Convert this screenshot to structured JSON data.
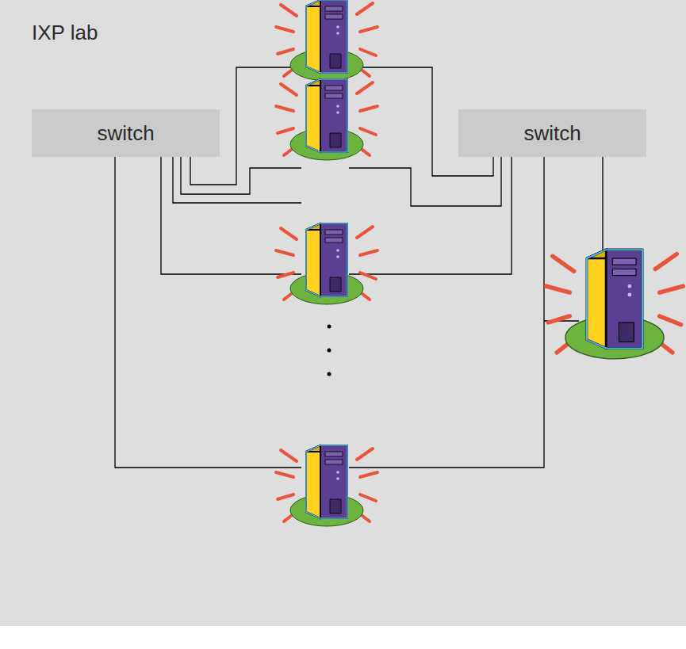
{
  "diagram": {
    "nodes": [
      {
        "text": [
          "IXP lab"
        ]
      },
      {
        "text": [
          "switch"
        ],
        "in": 0
      },
      {
        "text": [
          "switch"
        ],
        "in": 0
      }
    ]
  }
}
